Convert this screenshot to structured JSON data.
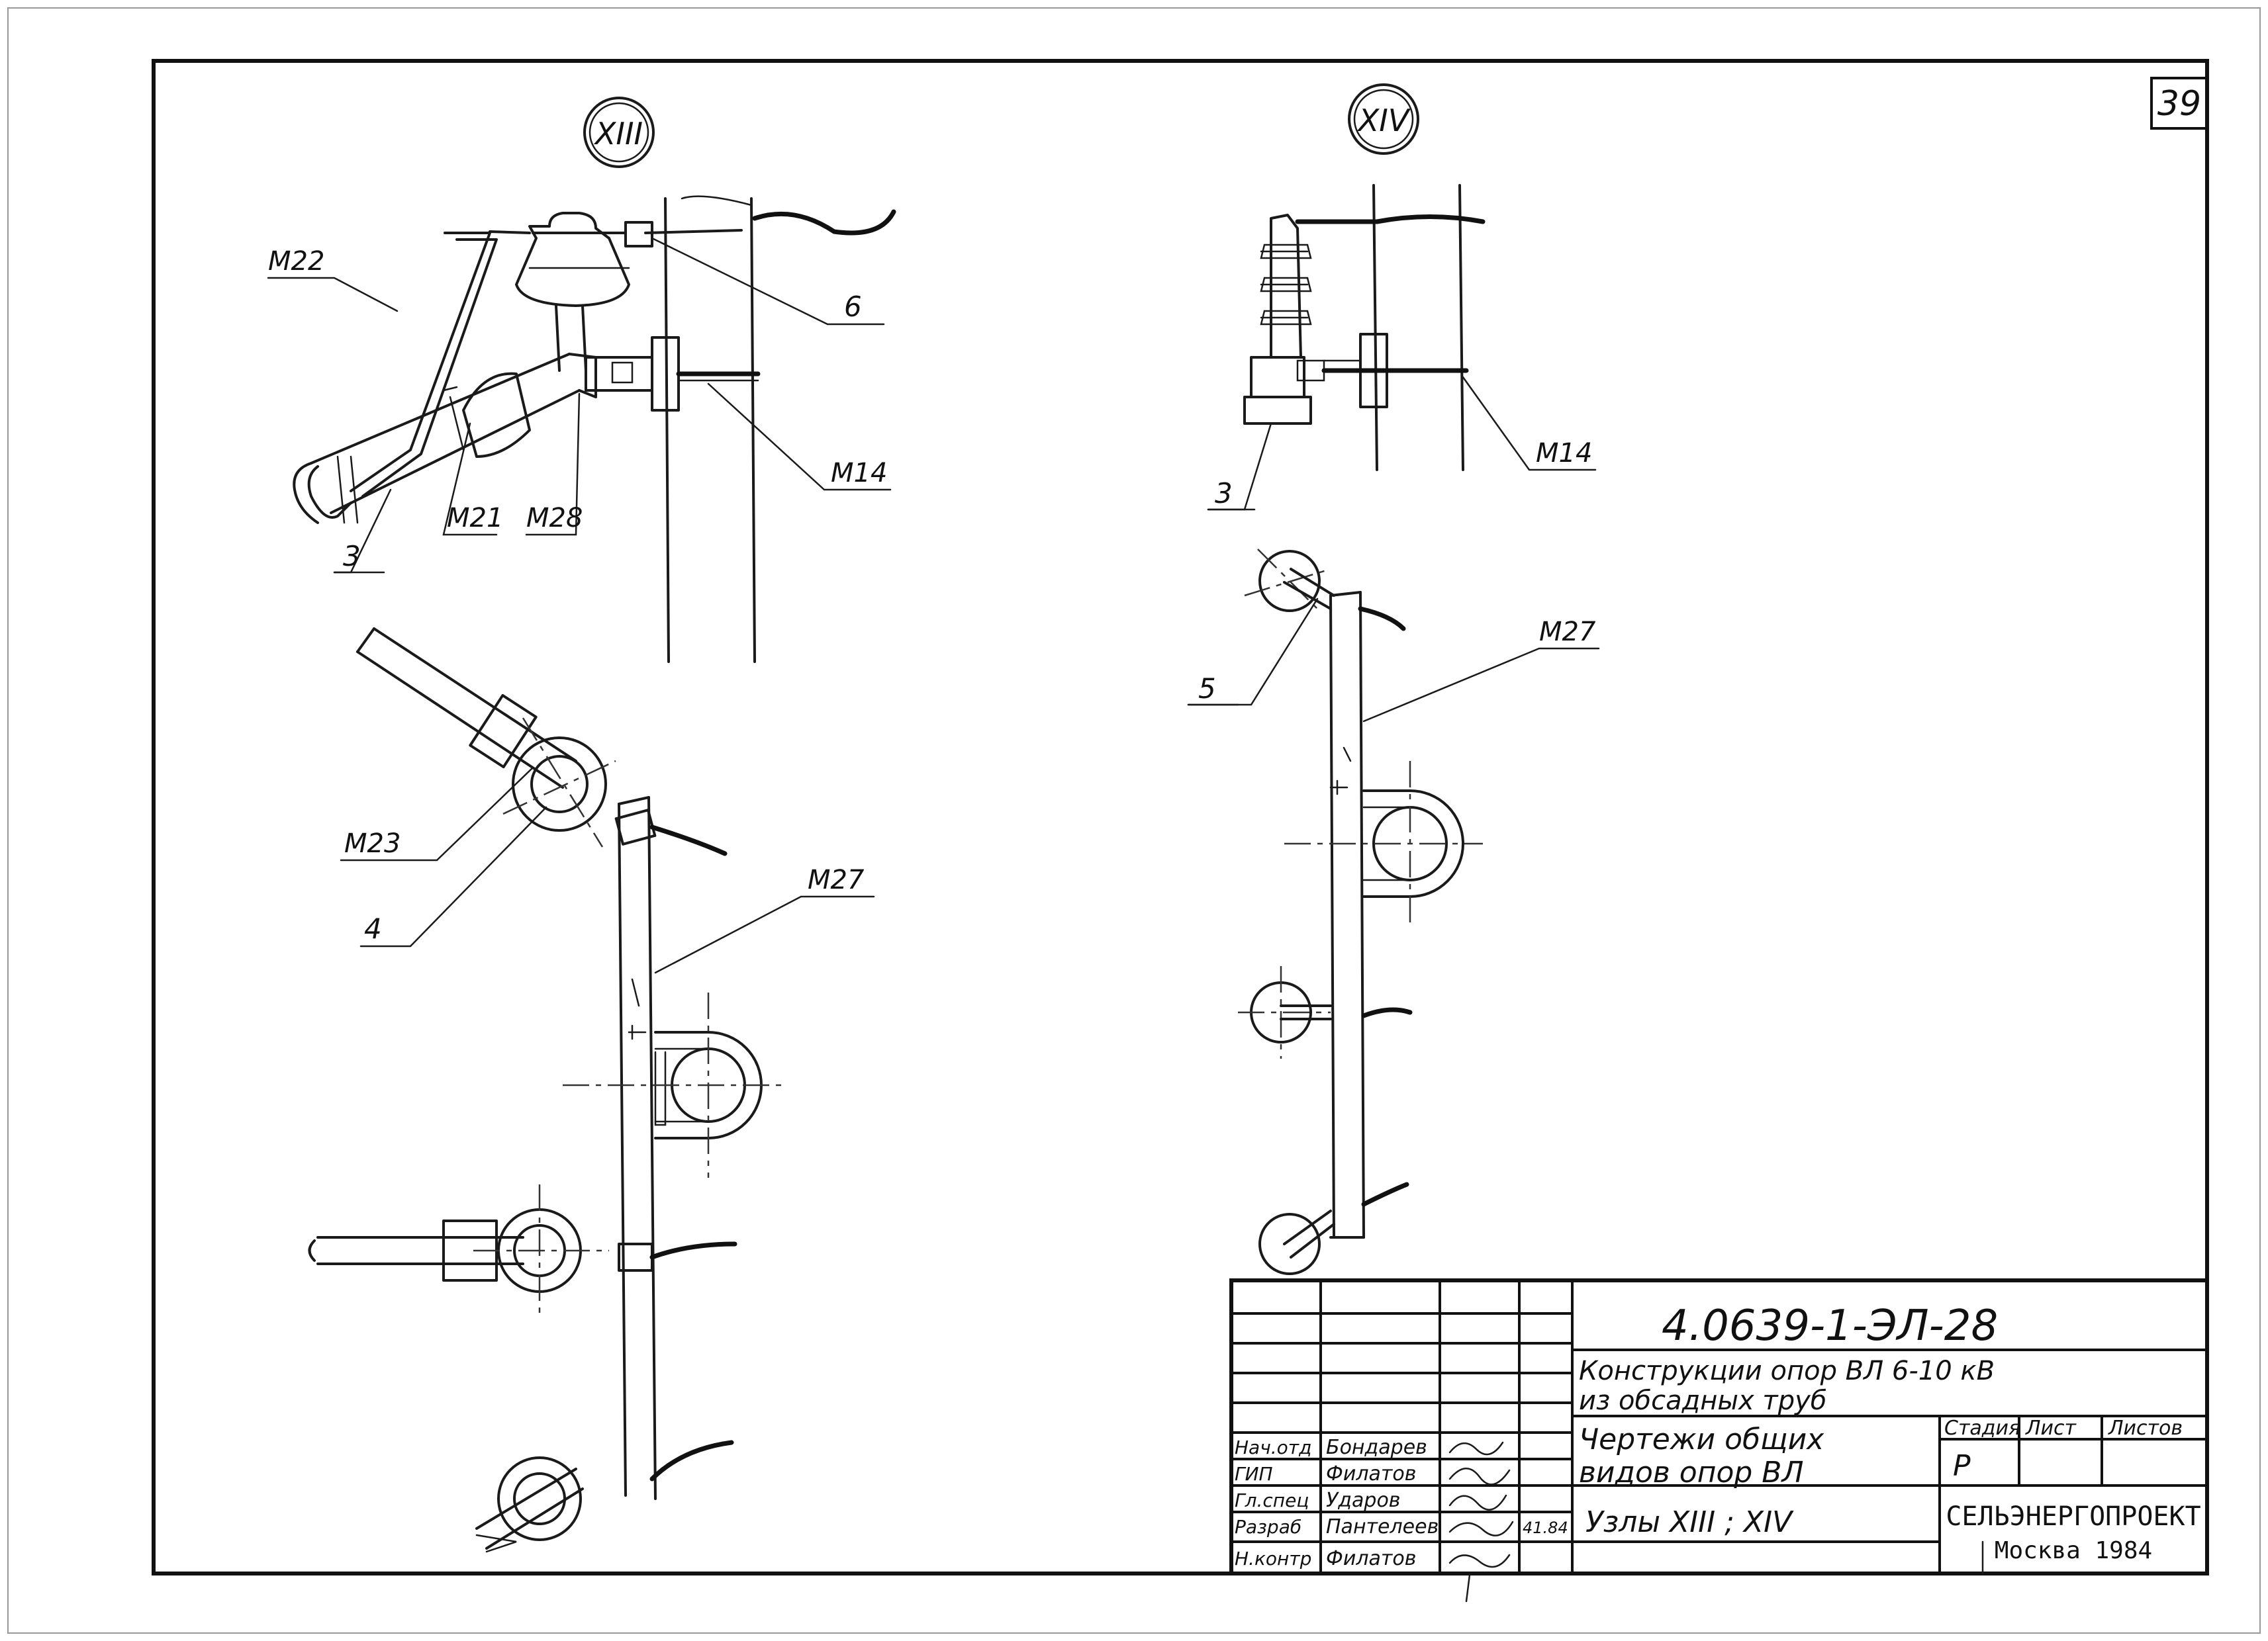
{
  "sheet": {
    "number": "39"
  },
  "node_13": {
    "marker": "XIII",
    "labels": {
      "m22": "М22",
      "pos6": "6",
      "m14": "М14",
      "pos3": "3",
      "m21": "М21",
      "m28": "М28"
    },
    "plan_labels": {
      "m23": "М23",
      "pos4": "4",
      "m27": "М27"
    }
  },
  "node_14": {
    "marker": "XIV",
    "labels": {
      "pos3": "3",
      "m14": "М14"
    },
    "plan_labels": {
      "pos5": "5",
      "m27": "М27"
    }
  },
  "title_block": {
    "code": "4.0639-1-ЭЛ-28",
    "project_line1": "Конструкции опор ВЛ 6-10 кВ",
    "project_line2": "из обсадных труб",
    "sheet_title_line1": "Чертежи общих",
    "sheet_title_line2": "видов опор ВЛ",
    "subject": "Узлы XIII ; XIV",
    "stage_header": "Стадия",
    "sheet_header": "Лист",
    "sheets_header": "Листов",
    "stage_value": "Р",
    "organization": "СЕЛЬЭНЕРГОПРОЕКТ",
    "city_year": "Москва 1984",
    "date": "41.84",
    "staff": [
      {
        "role": "Нач.отд",
        "name": "Бондарев"
      },
      {
        "role": "ГИП",
        "name": "Филатов"
      },
      {
        "role": "Гл.спец",
        "name": "Ударов"
      },
      {
        "role": "Разраб",
        "name": "Пантелеев"
      },
      {
        "role": "Н.контр",
        "name": "Филатов"
      }
    ]
  }
}
